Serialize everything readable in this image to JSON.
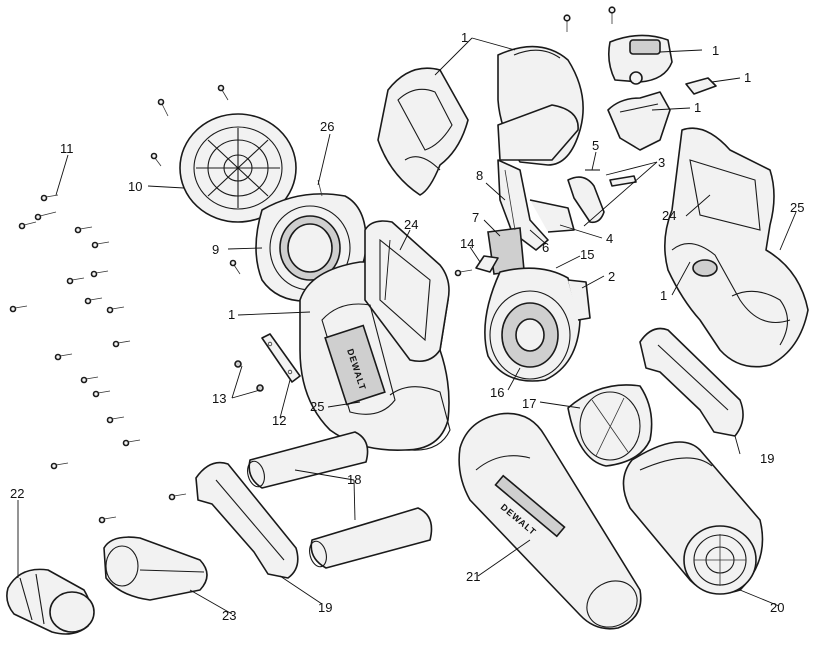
{
  "diagram": {
    "callouts": {
      "c1a": "1",
      "c1b": "1",
      "c1c": "1",
      "c1d": "1",
      "c1e": "1",
      "c1f": "1",
      "c2": "2",
      "c4": "4",
      "c3": "3",
      "c5": "5",
      "c6": "6",
      "c7": "7",
      "c8": "8",
      "c9": "9",
      "c10": "10",
      "c11": "11",
      "c12": "12",
      "c13": "13",
      "c14": "14",
      "c15": "15",
      "c16": "16",
      "c17": "17",
      "c18": "18",
      "c19a": "19",
      "c19b": "19",
      "c20": "20",
      "c21": "21",
      "c22": "22",
      "c23": "23",
      "c24a": "24",
      "c24b": "24",
      "c25a": "25",
      "c25b": "25",
      "c26": "26"
    },
    "brand_marks": {
      "housing": "DEWALT",
      "tube": "DEWALT"
    }
  }
}
